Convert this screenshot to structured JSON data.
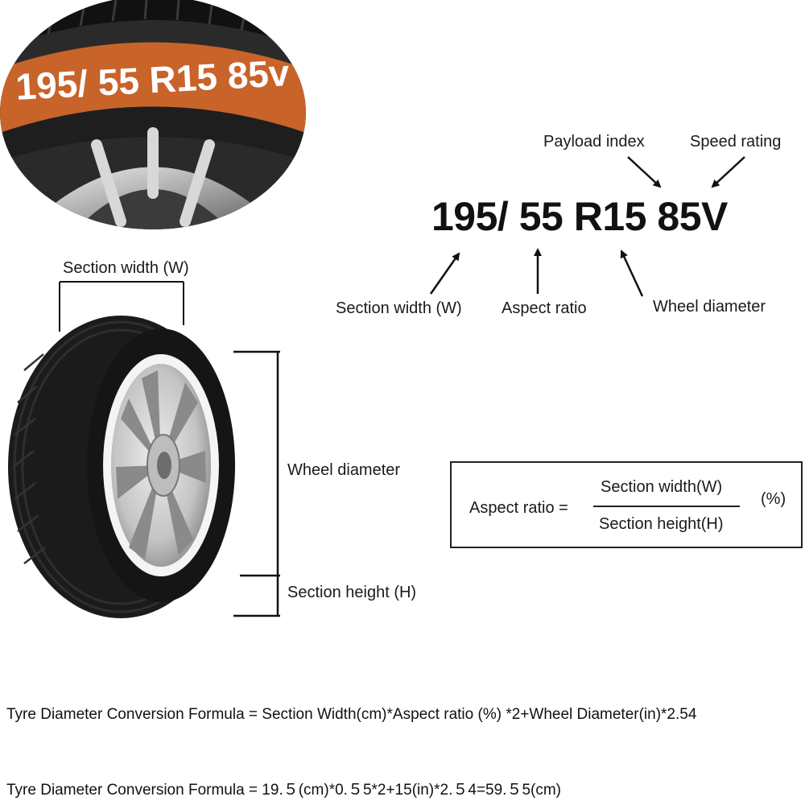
{
  "tire_photo": {
    "sidewall_text": "195/ 55 R15 85v"
  },
  "code": {
    "width": "195/",
    "aspect": "55",
    "rim": "R15",
    "service": "85V"
  },
  "labels": {
    "payload_index": "Payload index",
    "speed_rating": "Speed rating",
    "section_width_code": "Section width (W)",
    "aspect_ratio_code": "Aspect ratio",
    "wheel_diameter_code": "Wheel diameter",
    "section_width_top": "Section width (W)",
    "wheel_diameter_side": "Wheel diameter",
    "section_height_side": "Section height (H)"
  },
  "formula": {
    "lhs": "Aspect ratio =",
    "numerator": "Section width(W)",
    "denominator": "Section height(H)",
    "unit": "(%)"
  },
  "bottom": {
    "line1": "Tyre Diameter Conversion Formula = Section Width(cm)*Aspect ratio (%) *2+Wheel Diameter(in)*2.54",
    "line2": "Tyre Diameter Conversion Formula = 19.５(cm)*0.５5*2+15(in)*2.５4=59.５5(cm)"
  },
  "colors": {
    "sidewall_band": "#c8632a",
    "tire_rubber": "#1b1b1b",
    "rim_silver": "#cfcfcf"
  }
}
